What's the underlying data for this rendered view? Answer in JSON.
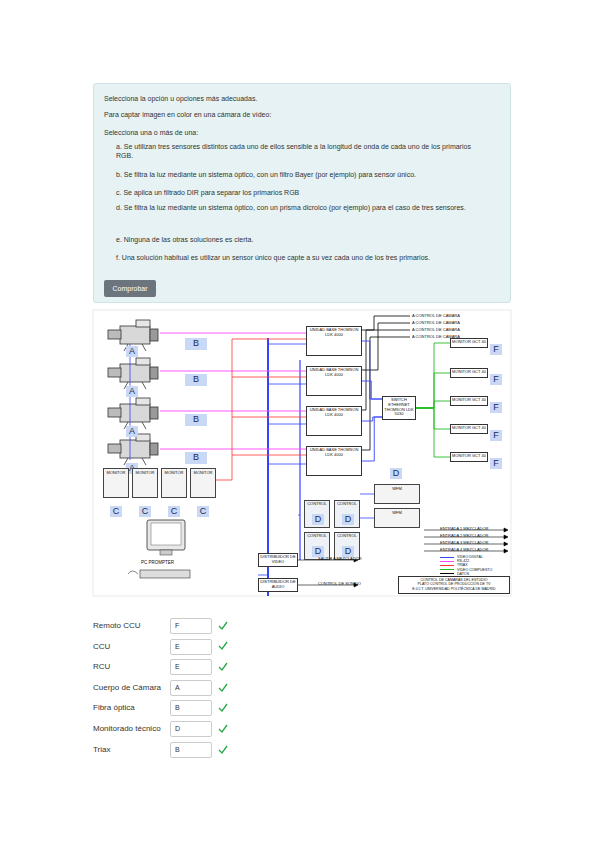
{
  "diagram": {
    "nodes": [
      {
        "text": [
          "Selecciona la opción u opciones más adecuadas.",
          "Para captar imagen en color en una cámara de vídeo:",
          "Selecciona una o más de una:",
          "a. Se utilizan tres sensores distintos cada uno de ellos sensible a la longitud de onda de cada uno de los primarios RGB.",
          "b. Se filtra la luz mediante un sistema óptico, con un filtro Bayer (por ejemplo) para sensor único.",
          "c. Se aplica un filtrado DIR para separar los primarios RGB",
          "d. Se filtra la luz mediante un sistema óptico, con un prisma dicroico (por ejemplo) para el caso de tres sensores.",
          "e. Ninguna de las otras soluciones es cierta.",
          "f. Una solución habitual es utilizar un sensor único que capte a su vez cada uno de los tres primarios."
        ]
      },
      {
        "text": [
          "Comprobar"
        ],
        "in": 0
      },
      {
        "text": [
          "A"
        ]
      },
      {
        "text": [
          "A"
        ]
      },
      {
        "text": [
          "A"
        ]
      },
      {
        "text": [
          "A"
        ]
      },
      {
        "text": [
          "B"
        ]
      },
      {
        "text": [
          "B"
        ]
      },
      {
        "text": [
          "B"
        ]
      },
      {
        "text": [
          "B"
        ]
      },
      {
        "text": [
          "UNIDAD BASE THOMSON LDK 4000"
        ]
      },
      {
        "text": [
          "UNIDAD BASE THOMSON LDK 4000"
        ]
      },
      {
        "text": [
          "UNIDAD BASE THOMSON LDK 4000"
        ]
      },
      {
        "text": [
          "UNIDAD BASE THOMSON LDK 4000"
        ]
      },
      {
        "text": [
          "SWITCH ETHERNET THOMSON LDK 5030"
        ]
      },
      {
        "text": [
          "MONITOR GCT 40"
        ]
      },
      {
        "text": [
          "MONITOR GCT 40"
        ]
      },
      {
        "text": [
          "MONITOR GCT 40"
        ]
      },
      {
        "text": [
          "MONITOR GCT 40"
        ]
      },
      {
        "text": [
          "MONITOR GCT 40"
        ]
      },
      {
        "text": [
          "F"
        ]
      },
      {
        "text": [
          "F"
        ]
      },
      {
        "text": [
          "F"
        ]
      },
      {
        "text": [
          "F"
        ]
      },
      {
        "text": [
          "F"
        ]
      },
      {
        "text": [
          "MONITOR"
        ]
      },
      {
        "text": [
          "MONITOR"
        ]
      },
      {
        "text": [
          "MONITOR"
        ]
      },
      {
        "text": [
          "MONITOR"
        ]
      },
      {
        "text": [
          "C"
        ]
      },
      {
        "text": [
          "C"
        ]
      },
      {
        "text": [
          "C"
        ]
      },
      {
        "text": [
          "C"
        ]
      },
      {
        "text": [
          "CONTROL"
        ]
      },
      {
        "text": [
          "CONTROL"
        ]
      },
      {
        "text": [
          "CONTROL"
        ]
      },
      {
        "text": [
          "CONTROL"
        ]
      },
      {
        "text": [
          "D"
        ],
        "in": 33
      },
      {
        "text": [
          "D"
        ],
        "in": 34
      },
      {
        "text": [
          "D"
        ],
        "in": 35
      },
      {
        "text": [
          "D"
        ],
        "in": 36
      },
      {
        "text": [
          "D"
        ]
      },
      {
        "text": [
          "WFM"
        ]
      },
      {
        "text": [
          "WFM"
        ]
      },
      {
        "text": [
          "DISTRIBUIDOR DE VÍDEO"
        ]
      },
      {
        "text": [
          "DISTRIBUIDOR DE AUDIO"
        ]
      },
      {
        "text": [
          "CONTROL DE CÁMARAS DEL ESTUDIO",
          "PLATÓ CONTROL DE PRODUCCIÓN DE TV",
          "E.U.I.T. UNIVERSIDAD POLITÉCNICA DE MADRID"
        ]
      },
      {
        "text": [
          "F"
        ]
      },
      {
        "text": [
          "E"
        ]
      },
      {
        "text": [
          "E"
        ]
      },
      {
        "text": [
          "A"
        ]
      },
      {
        "text": [
          "B"
        ]
      },
      {
        "text": [
          "D"
        ]
      },
      {
        "text": [
          "B"
        ]
      }
    ],
    "edges": [
      {
        "from": 10,
        "to": 14,
        "arrow": "none"
      },
      {
        "from": 11,
        "to": 14,
        "arrow": "none"
      },
      {
        "from": 12,
        "to": 14,
        "arrow": "none"
      },
      {
        "from": 13,
        "to": 14,
        "arrow": "none"
      },
      {
        "from": 14,
        "to": 15,
        "arrow": "none"
      },
      {
        "from": 14,
        "to": 16,
        "arrow": "none"
      },
      {
        "from": 14,
        "to": 17,
        "arrow": "none"
      },
      {
        "from": 14,
        "to": 18,
        "arrow": "none"
      },
      {
        "from": 14,
        "to": 19,
        "arrow": "none"
      }
    ],
    "labels": [
      "PC PROMPTER",
      "A CONTROL DE CÁMARA",
      "A CONTROL DE CÁMARA",
      "A CONTROL DE CÁMARA",
      "A CONTROL DE CÁMARA",
      "ENTRADA 1 MEZCLADOR",
      "ENTRADA 2 MEZCLADOR",
      "ENTRADA 3 MEZCLADOR",
      "ENTRADA 4 MEZCLADOR",
      "SALIDA A MEZCLADOR",
      "CONTROL DE SONIDO",
      "Remoto CCU",
      "CCU",
      "RCU",
      "Cuerpo de Cámara",
      "Fibra óptica",
      "Monitorado técnico",
      "Triax"
    ],
    "legend": [
      {
        "text": "VÍDEO DIGITAL",
        "color": "#3344ff"
      },
      {
        "text": "RS-422",
        "color": "#ff44ff"
      },
      {
        "text": "TRIAX",
        "color": "#ff3333"
      },
      {
        "text": "VÍDEO COMPUESTO",
        "color": "#22bb22"
      },
      {
        "text": "DATOS",
        "color": "#000000"
      }
    ]
  }
}
